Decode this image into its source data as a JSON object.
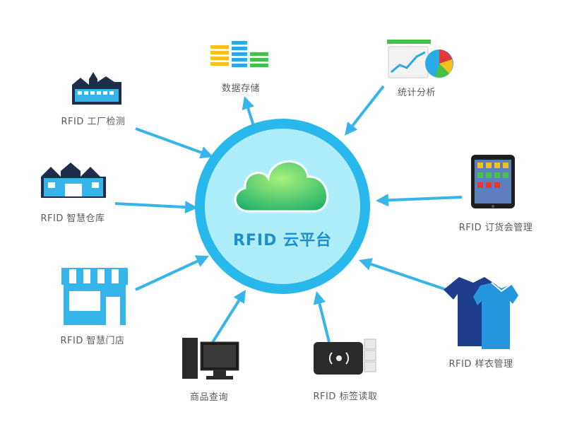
{
  "center": {
    "title": "RFID 云平台",
    "icon": "cloud-icon",
    "ring_color": "#29b8ec",
    "fill_color": "#aeeefb",
    "cloud_color": "#55cc7a"
  },
  "arrow_color": "#35b5ea",
  "nodes": [
    {
      "key": "storage",
      "label": "数据存储",
      "icon": "database-bars-icon",
      "direction": "outward"
    },
    {
      "key": "analysis",
      "label": "统计分析",
      "icon": "chart-analysis-icon",
      "direction": "inward"
    },
    {
      "key": "factory",
      "label": "RFID 工厂检测",
      "icon": "factory-icon",
      "direction": "inward"
    },
    {
      "key": "tablet",
      "label": "RFID 订货会管理",
      "icon": "tablet-icon",
      "direction": "inward"
    },
    {
      "key": "warehouse",
      "label": "RFID 智慧仓库",
      "icon": "warehouse-icon",
      "direction": "inward"
    },
    {
      "key": "store",
      "label": "RFID 智慧门店",
      "icon": "storefront-icon",
      "direction": "inward"
    },
    {
      "key": "clothing",
      "label": "RFID 样衣管理",
      "icon": "clothing-icon",
      "direction": "inward"
    },
    {
      "key": "computer",
      "label": "商品查询",
      "icon": "computer-icon",
      "direction": "inward"
    },
    {
      "key": "reader",
      "label": "RFID 标签读取",
      "icon": "rfid-reader-icon",
      "direction": "inward"
    }
  ]
}
